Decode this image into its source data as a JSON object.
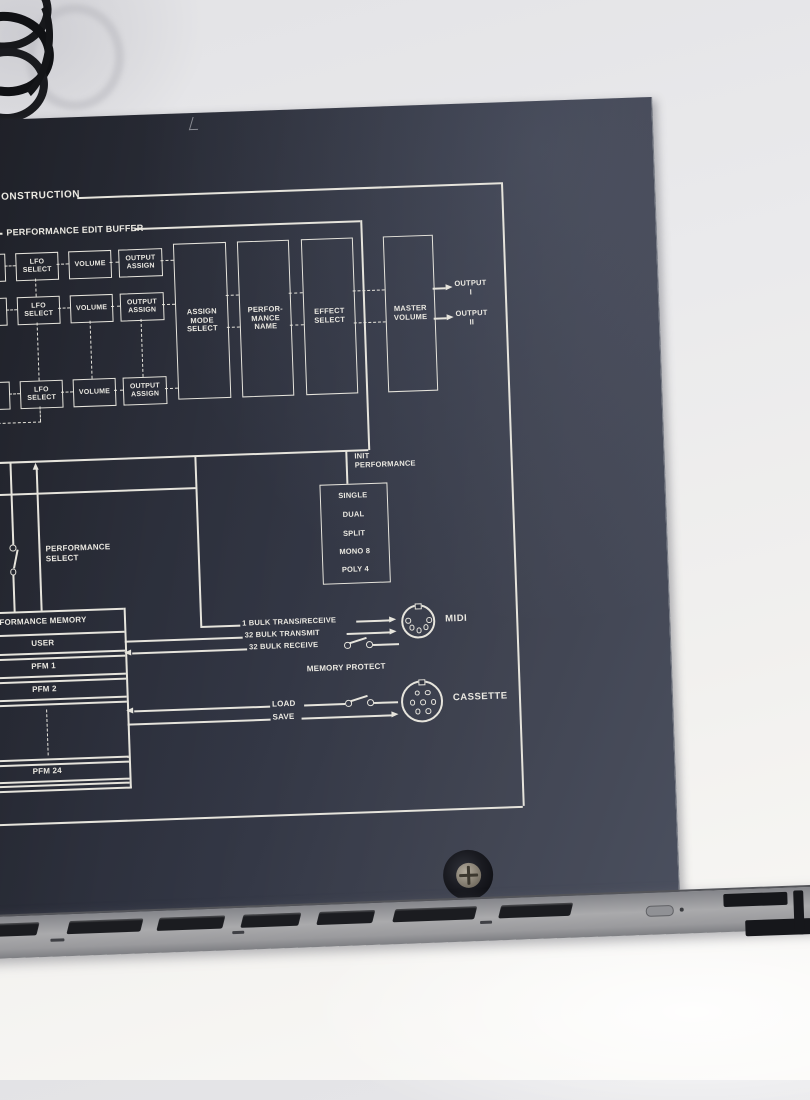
{
  "colors": {
    "panel": "#2e3240",
    "print": "#e6e4dc",
    "background": "#ededef"
  },
  "device": {
    "header": {
      "title_visible": "ONSTRUCTION"
    },
    "edit_buffer": {
      "title": "PERFORMANCE EDIT BUFFER",
      "rows": [
        {
          "lfo": "LFO\nSELECT",
          "volume": "VOLUME",
          "output": "OUTPUT\nASSIGN"
        },
        {
          "lfo": "LFO\nSELECT",
          "volume": "VOLUME",
          "output": "OUTPUT\nASSIGN"
        },
        {
          "lfo": "LFO\nSELECT",
          "volume": "VOLUME",
          "output": "OUTPUT\nASSIGN"
        }
      ],
      "assign_mode_select": "ASSIGN\nMODE\nSELECT",
      "performance_name": "PERFOR-\nMANCE\nNAME",
      "effect_select": "EFFECT\nSELECT"
    },
    "master_volume": "MASTER\nVOLUME",
    "outputs": [
      {
        "label": "OUTPUT\nI"
      },
      {
        "label": "OUTPUT\nII"
      }
    ],
    "init_performance": "INIT\nPERFORMANCE",
    "mode_box": {
      "items": [
        "SINGLE",
        "DUAL",
        "SPLIT",
        "MONO 8",
        "POLY 4"
      ]
    },
    "performance_select": "PERFORMANCE\nSELECT",
    "memory": {
      "title_visible": "FORMANCE MEMORY",
      "slots": [
        "USER",
        "PFM 1",
        "PFM 2",
        "PFM 24"
      ]
    },
    "bulk": {
      "rows": [
        "1 BULK TRANS/RECEIVE",
        "32 BULK TRANSMIT",
        "32 BULK RECEIVE"
      ]
    },
    "midi_label": "MIDI",
    "memory_protect": "MEMORY PROTECT",
    "load_label": "LOAD",
    "save_label": "SAVE",
    "cassette_label": "CASSETTE"
  }
}
